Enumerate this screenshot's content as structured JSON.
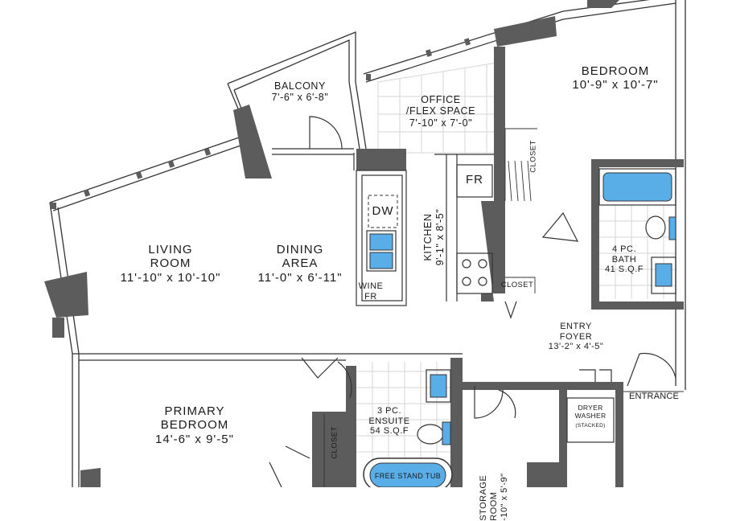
{
  "rooms": {
    "bedroom": {
      "name": "BEDROOM",
      "dims": "10'-9\" x 10'-7\""
    },
    "balcony": {
      "name": "BALCONY",
      "dims": "7'-6\" x 6'-8\""
    },
    "office": {
      "line1": "OFFICE",
      "line2": "/FLEX SPACE",
      "dims": "7'-10\" x 7'-0\""
    },
    "living": {
      "line1": "LIVING",
      "line2": "ROOM",
      "dims": "11'-10\" x 10'-10\""
    },
    "dining": {
      "line1": "DINING",
      "line2": "AREA",
      "dims": "11'-0\" x 6'-11\""
    },
    "kitchen": {
      "name": "KITCHEN",
      "dims": "9'-1\" x 8'-5\""
    },
    "bath": {
      "line1": "4 PC.",
      "line2": "BATH",
      "area": "41 S.Q.F"
    },
    "entry": {
      "line1": "ENTRY",
      "line2": "FOYER",
      "dims": "13'-2\" x 4'-5\""
    },
    "primary": {
      "line1": "PRIMARY",
      "line2": "BEDROOM",
      "dims": "14'-6\" x 9'-5\""
    },
    "ensuite": {
      "line1": "3 PC.",
      "line2": "ENSUITE",
      "area": "54 S.Q.F"
    },
    "storage": {
      "line1": "STORAGE",
      "line2": "ROOM",
      "dims": "-10\" x 5'-9\""
    }
  },
  "fixtures": {
    "dishwasher": "DW",
    "fridge": "FR",
    "wine_line1": "WINE",
    "wine_line2": "FR",
    "closet": "CLOSET",
    "closet_kitchen": "CLOSET",
    "closet_primary": "CLOSET",
    "laundry_line1": "DRYER",
    "laundry_line2": "WASHER",
    "laundry_note": "(STACKED)",
    "tub": "FREE STAND TUB"
  },
  "entrance": "ENTRANCE",
  "colors": {
    "wall": "#5c5c5c",
    "line": "#333333",
    "fixture": "#5aaee8",
    "tile": "#d6d6d6"
  }
}
